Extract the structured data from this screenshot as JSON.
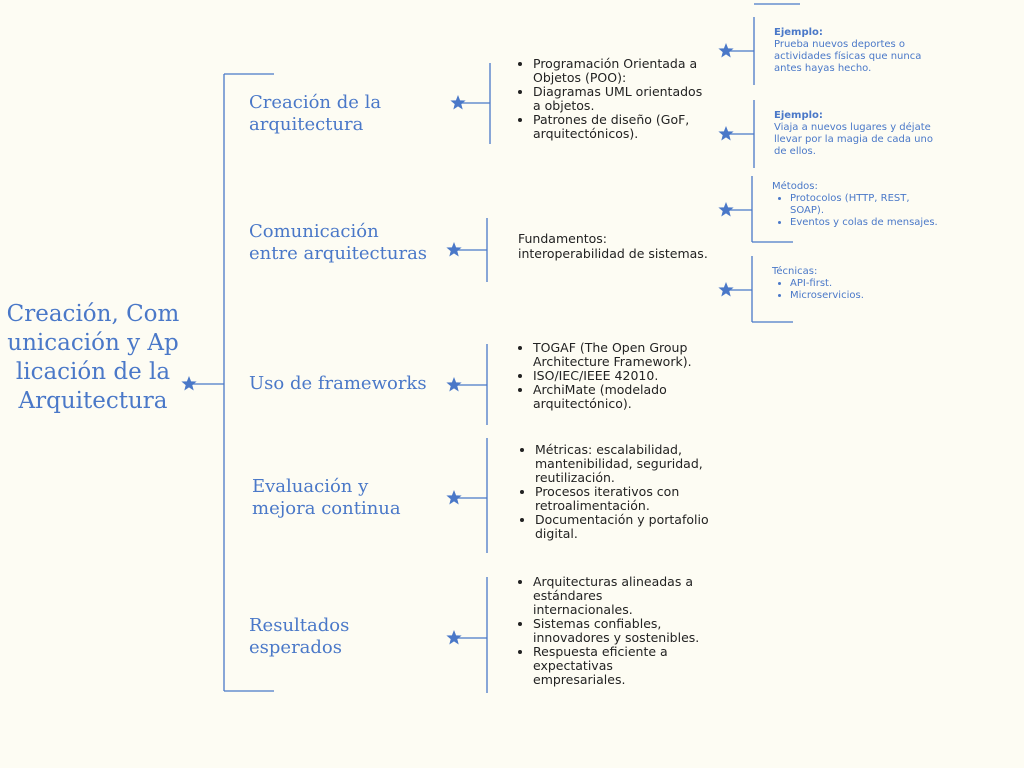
{
  "title": "Creación, Comunicación y Aplicación de la Arquitectura",
  "accent_color": "#4a78c8",
  "branches": [
    {
      "label": "Creación de la arquitectura",
      "items": [
        "Programación Orientada a Objetos (POO):",
        "Diagramas UML orientados a objetos.",
        "Patrones de diseño (GoF, arquitectónicos)."
      ]
    },
    {
      "label": "Comunicación entre arquitecturas",
      "lines": [
        "Fundamentos:",
        "interoperabilidad de sistemas."
      ]
    },
    {
      "label": "Uso de frameworks",
      "items": [
        "TOGAF (The Open Group Architecture Framework).",
        "ISO/IEC/IEEE 42010.",
        "ArchiMate (modelado arquitectónico)."
      ]
    },
    {
      "label": "Evaluación y mejora continua",
      "items": [
        "Métricas: escalabilidad, mantenibilidad, seguridad, reutilización.",
        "Procesos iterativos con retroalimentación.",
        "Documentación y portafolio digital."
      ]
    },
    {
      "label": "Resultados esperados",
      "items": [
        "Arquitecturas alineadas a estándares internacionales.",
        "Sistemas confiables, innovadores y sostenibles.",
        "Respuesta eficiente a expectativas empresariales."
      ]
    }
  ],
  "notes": [
    {
      "heading": "Ejemplo:",
      "text": "Prueba nuevos deportes o actividades físicas que nunca antes hayas hecho."
    },
    {
      "heading": "Ejemplo:",
      "text": "Viaja a nuevos lugares y déjate llevar por la magia de cada uno de ellos."
    },
    {
      "heading": "Métodos:",
      "items": [
        "Protocolos (HTTP, REST, SOAP).",
        "Eventos y colas de mensajes."
      ]
    },
    {
      "heading": "Técnicas:",
      "items": [
        "API-first.",
        "Microservicios."
      ]
    }
  ]
}
